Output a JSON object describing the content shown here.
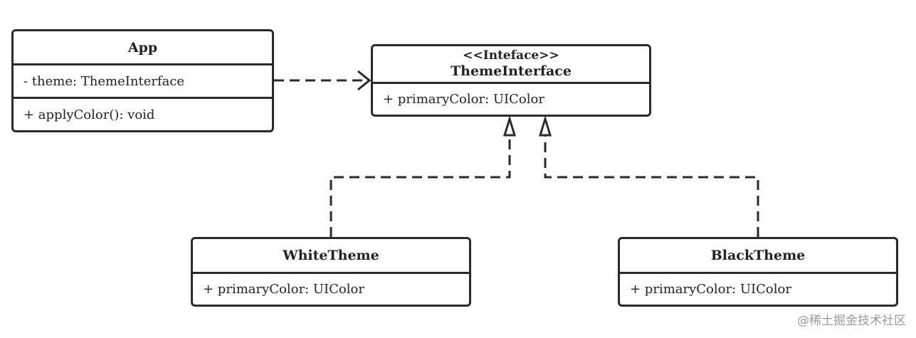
{
  "classes": {
    "app": {
      "name": "App",
      "attributes": [
        "- theme: ThemeInterface"
      ],
      "methods": [
        "+ applyColor(): void"
      ]
    },
    "theme_interface": {
      "stereotype": "<<Inteface>>",
      "name": "ThemeInterface",
      "attributes": [
        "+ primaryColor: UIColor"
      ]
    },
    "white_theme": {
      "name": "WhiteTheme",
      "attributes": [
        "+ primaryColor: UIColor"
      ]
    },
    "black_theme": {
      "name": "BlackTheme",
      "attributes": [
        "+ primaryColor: UIColor"
      ]
    }
  },
  "relationships": [
    {
      "from": "App",
      "to": "ThemeInterface",
      "type": "dependency",
      "style": "dashed",
      "arrow": "open"
    },
    {
      "from": "WhiteTheme",
      "to": "ThemeInterface",
      "type": "realization",
      "style": "dashed",
      "arrow": "hollow-triangle"
    },
    {
      "from": "BlackTheme",
      "to": "ThemeInterface",
      "type": "realization",
      "style": "dashed",
      "arrow": "hollow-triangle"
    }
  ],
  "watermark": "@稀土掘金技术社区",
  "colors": {
    "line": "#2a2a2a",
    "text": "#222222",
    "watermark": "#9a9a9a"
  }
}
